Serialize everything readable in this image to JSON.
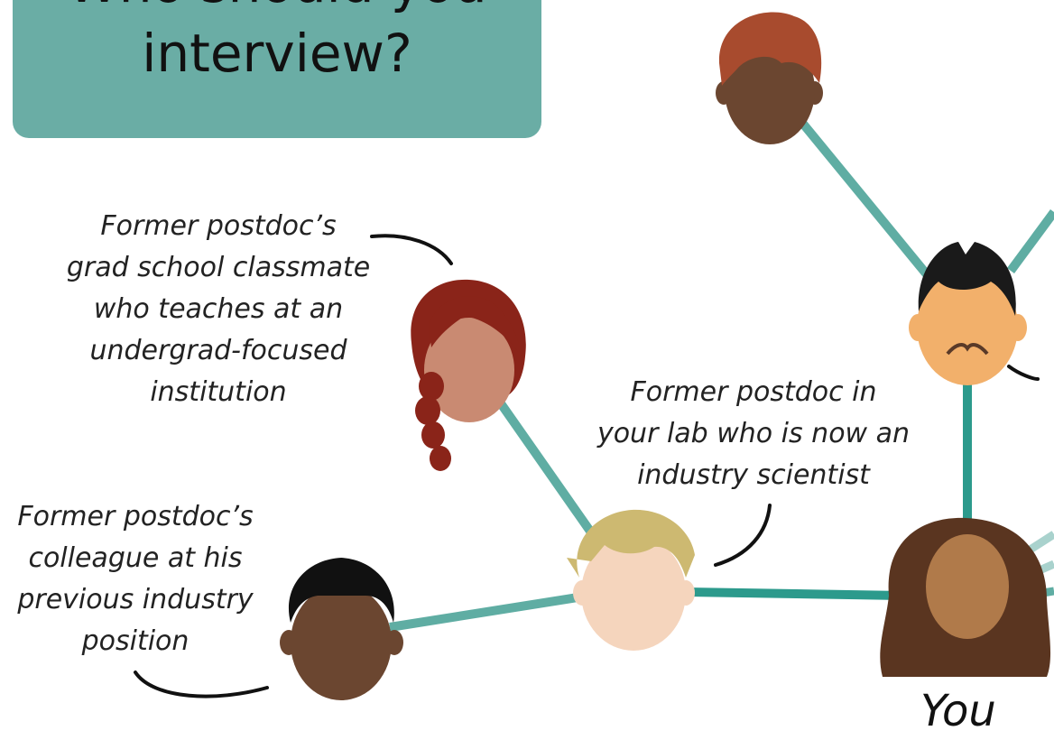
{
  "title": {
    "line1": "Who should you",
    "line2": "interview?"
  },
  "labels": {
    "grad_school": "Former postdoc’s\ngrad school classmate\nwho teaches at an\nundergrad-focused\ninstitution",
    "industry_scientist": "Former postdoc in\nyour lab who is now an\nindustry scientist",
    "industry_colleague": "Former postdoc’s\ncolleague at his\nprevious industry\nposition",
    "you": "You"
  },
  "colors": {
    "title_bg": "#6aada5",
    "connector": "#5fada3",
    "connector_dark": "#2c9a8c"
  }
}
